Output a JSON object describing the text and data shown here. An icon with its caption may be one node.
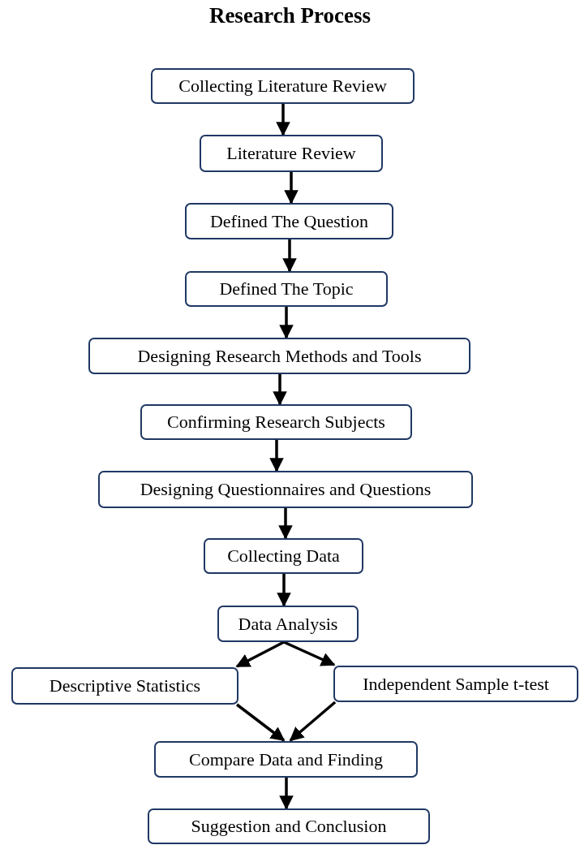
{
  "diagram": {
    "title": "Research Process",
    "nodes": [
      {
        "text": [
          "Collecting Literature Review"
        ]
      },
      {
        "text": [
          "Literature Review"
        ]
      },
      {
        "text": [
          "Defined The Question"
        ]
      },
      {
        "text": [
          "Defined The Topic"
        ]
      },
      {
        "text": [
          "Designing Research Methods and Tools"
        ]
      },
      {
        "text": [
          "Confirming Research Subjects"
        ]
      },
      {
        "text": [
          "Designing Questionnaires and Questions"
        ]
      },
      {
        "text": [
          "Collecting Data"
        ]
      },
      {
        "text": [
          "Data Analysis"
        ]
      },
      {
        "text": [
          "Descriptive Statistics"
        ]
      },
      {
        "text": [
          "Independent Sample t-test"
        ]
      },
      {
        "text": [
          "Compare Data and Finding"
        ]
      },
      {
        "text": [
          "Suggestion and Conclusion"
        ]
      }
    ],
    "edges": [
      {
        "from": 0,
        "to": 1,
        "arrow": "to"
      },
      {
        "from": 1,
        "to": 2,
        "arrow": "to"
      },
      {
        "from": 2,
        "to": 3,
        "arrow": "to"
      },
      {
        "from": 3,
        "to": 4,
        "arrow": "to"
      },
      {
        "from": 4,
        "to": 5,
        "arrow": "to"
      },
      {
        "from": 5,
        "to": 6,
        "arrow": "to"
      },
      {
        "from": 6,
        "to": 7,
        "arrow": "to"
      },
      {
        "from": 7,
        "to": 8,
        "arrow": "to"
      },
      {
        "from": 8,
        "to": 9,
        "arrow": "to"
      },
      {
        "from": 8,
        "to": 10,
        "arrow": "to"
      },
      {
        "from": 9,
        "to": 11,
        "arrow": "to"
      },
      {
        "from": 10,
        "to": 11,
        "arrow": "to"
      },
      {
        "from": 11,
        "to": 12,
        "arrow": "to"
      }
    ]
  }
}
